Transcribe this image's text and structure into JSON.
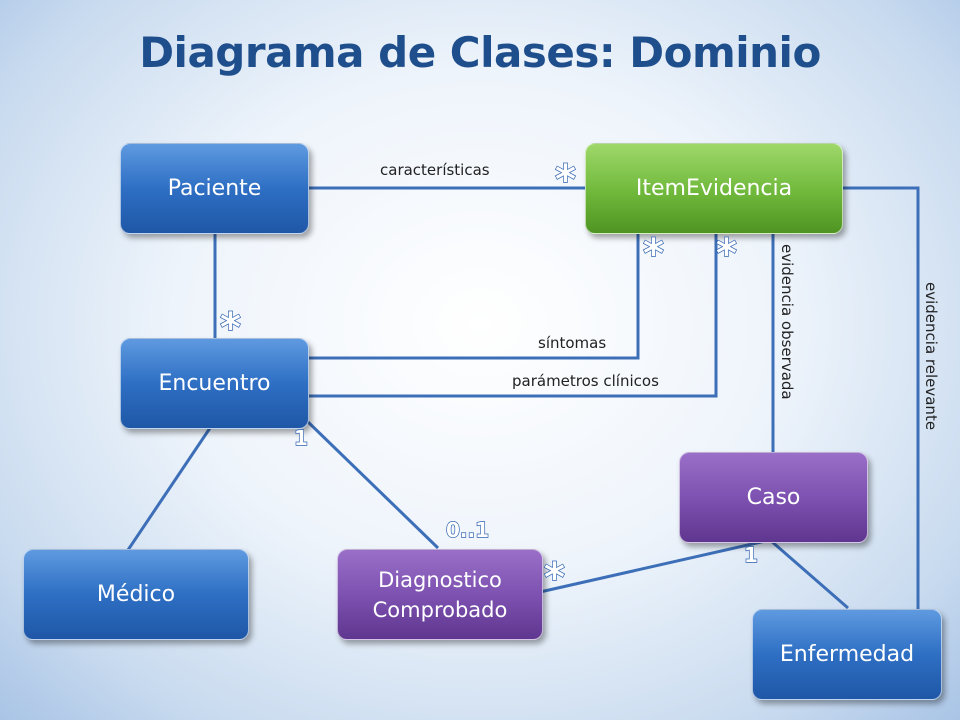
{
  "title": "Diagrama de Clases: Dominio",
  "classes": {
    "paciente": "Paciente",
    "item_evidencia": "ItemEvidencia",
    "encuentro": "Encuentro",
    "caso": "Caso",
    "medico": "Médico",
    "diagnostico_line1": "Diagnostico",
    "diagnostico_line2": "Comprobado",
    "enfermedad": "Enfermedad"
  },
  "associations": {
    "caracteristicas": "características",
    "sintomas": "síntomas",
    "parametros_clinicos": "parámetros clínicos",
    "evidencia_observada": "evidencia observada",
    "evidencia_relevante": "evidencia relevante"
  },
  "multiplicities": {
    "star": "*",
    "one": "1",
    "zero_one": "0..1"
  },
  "colors": {
    "title": "#1f4e8c",
    "class_blue": "#2e6fc4",
    "class_green": "#6fb83b",
    "class_purple": "#7a4fae",
    "line": "#3d6fb8"
  }
}
